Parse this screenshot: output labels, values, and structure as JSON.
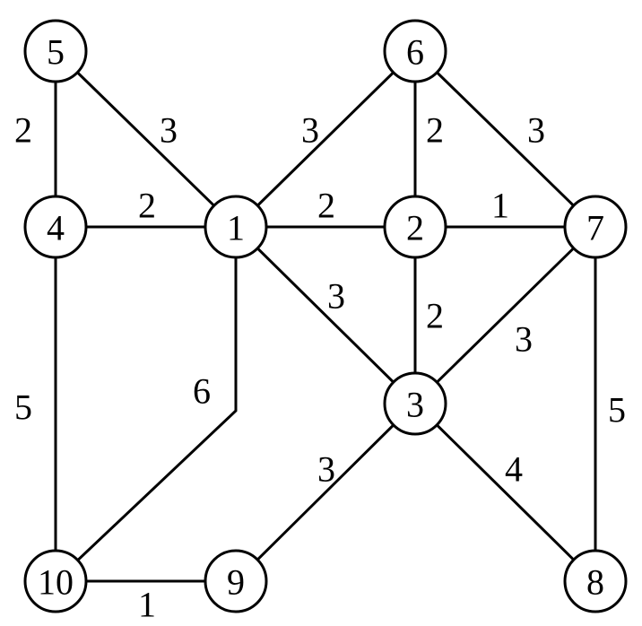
{
  "graph": {
    "nodes": [
      {
        "id": "n1",
        "label": "1"
      },
      {
        "id": "n2",
        "label": "2"
      },
      {
        "id": "n3",
        "label": "3"
      },
      {
        "id": "n4",
        "label": "4"
      },
      {
        "id": "n5",
        "label": "5"
      },
      {
        "id": "n6",
        "label": "6"
      },
      {
        "id": "n7",
        "label": "7"
      },
      {
        "id": "n8",
        "label": "8"
      },
      {
        "id": "n9",
        "label": "9"
      },
      {
        "id": "n10",
        "label": "10"
      }
    ],
    "edges": [
      {
        "from": "5",
        "to": "4",
        "weight": "2"
      },
      {
        "from": "5",
        "to": "1",
        "weight": "3"
      },
      {
        "from": "4",
        "to": "1",
        "weight": "2"
      },
      {
        "from": "4",
        "to": "10",
        "weight": "5"
      },
      {
        "from": "1",
        "to": "6",
        "weight": "3"
      },
      {
        "from": "1",
        "to": "2",
        "weight": "2"
      },
      {
        "from": "1",
        "to": "3",
        "weight": "3"
      },
      {
        "from": "1",
        "to": "10",
        "weight": "6"
      },
      {
        "from": "6",
        "to": "2",
        "weight": "2"
      },
      {
        "from": "6",
        "to": "7",
        "weight": "3"
      },
      {
        "from": "2",
        "to": "7",
        "weight": "1"
      },
      {
        "from": "2",
        "to": "3",
        "weight": "2"
      },
      {
        "from": "7",
        "to": "3",
        "weight": "3"
      },
      {
        "from": "7",
        "to": "8",
        "weight": "5"
      },
      {
        "from": "3",
        "to": "9",
        "weight": "3"
      },
      {
        "from": "3",
        "to": "8",
        "weight": "4"
      },
      {
        "from": "10",
        "to": "9",
        "weight": "1"
      }
    ]
  }
}
